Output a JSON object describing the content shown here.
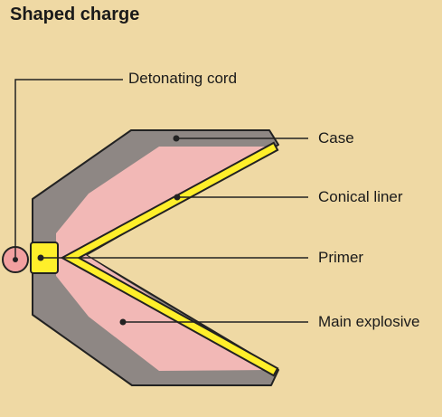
{
  "title": "Shaped charge",
  "labels": {
    "detonating_cord": "Detonating cord",
    "case": "Case",
    "conical_liner": "Conical liner",
    "primer": "Primer",
    "main_explosive": "Main explosive"
  },
  "colors": {
    "background": "#efd9a4",
    "case": "#8e8784",
    "main_explosive": "#f2b8b6",
    "liner": "#ffef2a",
    "cord": "#f2a0a0"
  }
}
